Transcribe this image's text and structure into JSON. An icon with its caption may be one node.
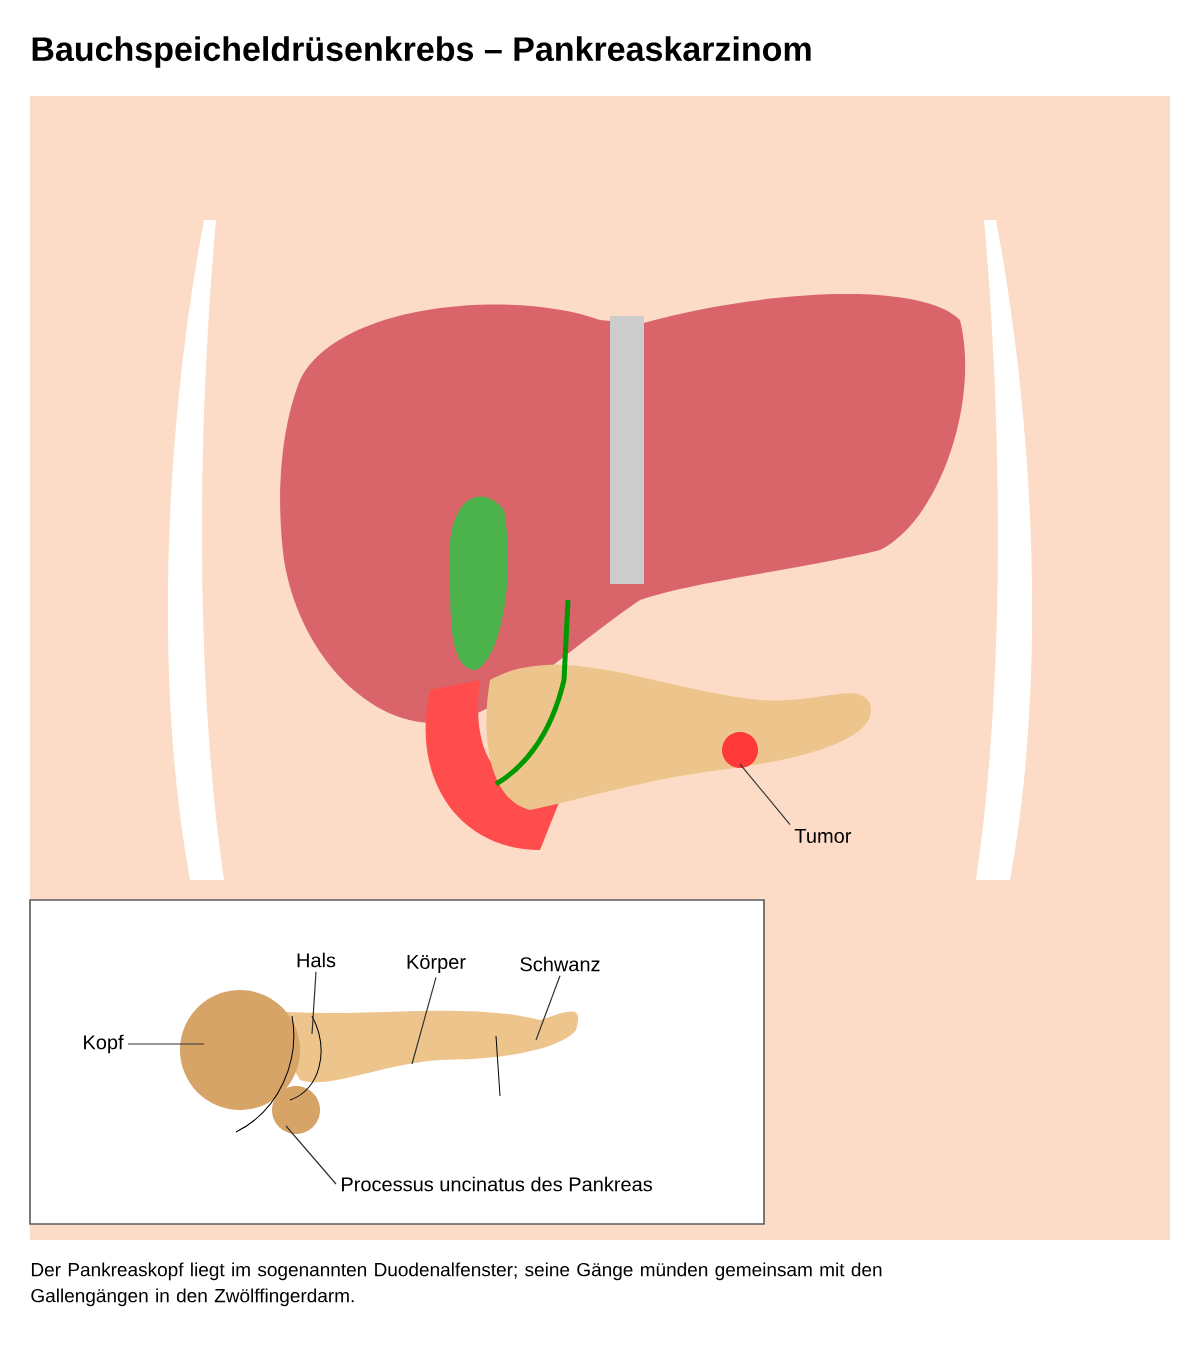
{
  "diagram": {
    "title": "Bauchspeicheldrüsenkrebs – Pankreaskarzinom",
    "caption": "Der Pankreaskopf liegt im sogenannten Duodenalfenster; seine Gänge münden gemeinsam mit den Gallengängen in den Zwölffingerdarm.",
    "nodes": [
      {
        "text": [
          "Tumor"
        ]
      },
      {
        "text": [
          "Hals"
        ]
      },
      {
        "text": [
          "Körper"
        ]
      },
      {
        "text": [
          "Schwanz"
        ]
      },
      {
        "text": [
          "Kopf"
        ]
      },
      {
        "text": [
          "Processus uncinatus des Pankreas"
        ]
      }
    ],
    "edges": [
      {
        "from": 0,
        "to": null,
        "arrow": "none"
      },
      {
        "from": 1,
        "to": null,
        "arrow": "none"
      },
      {
        "from": 2,
        "to": null,
        "arrow": "none"
      },
      {
        "from": 3,
        "to": null,
        "arrow": "none"
      },
      {
        "from": 4,
        "to": null,
        "arrow": "none"
      },
      {
        "from": 5,
        "to": null,
        "arrow": "none"
      }
    ]
  }
}
